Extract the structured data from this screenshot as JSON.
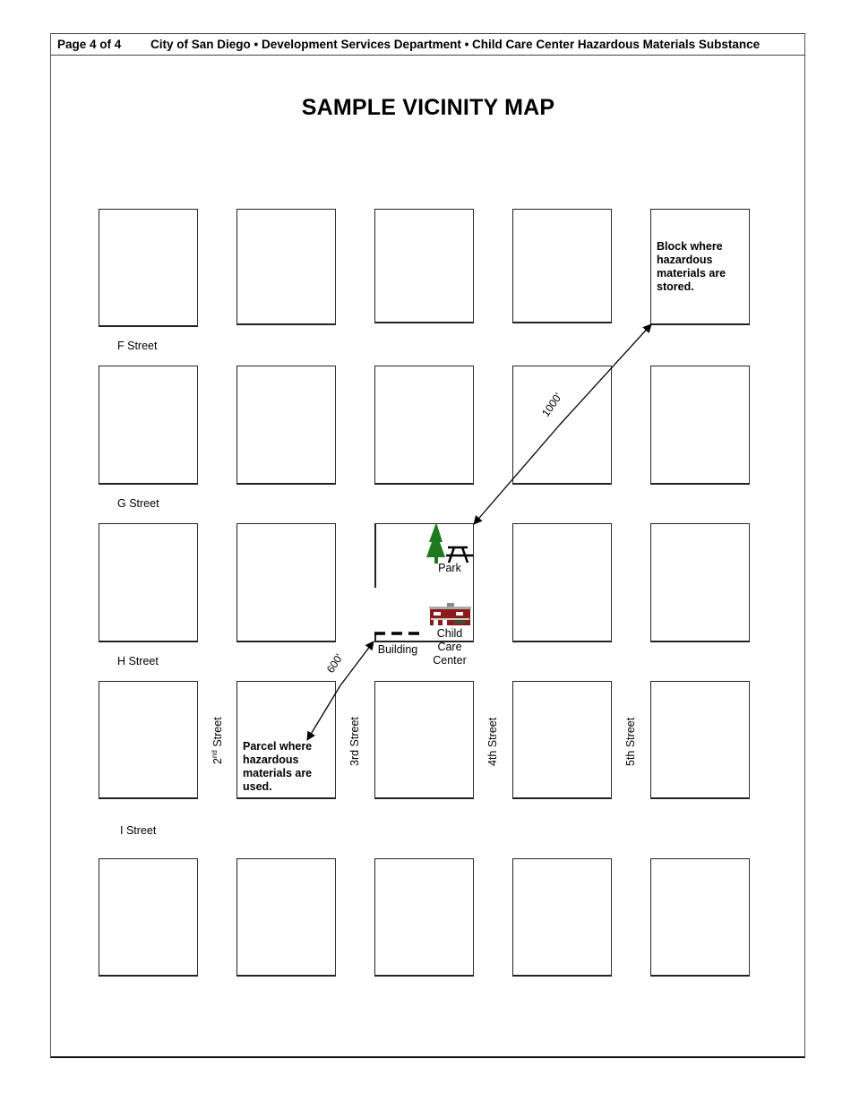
{
  "header": {
    "page_indicator": "Page 4 of 4",
    "document_title": "City of San Diego • Development Services Department • Child Care Center Hazardous Materials Substance"
  },
  "map": {
    "title": "SAMPLE VICINITY MAP",
    "horizontal_streets": [
      "F Street",
      "G Street",
      "H Street",
      "I Street"
    ],
    "vertical_streets": {
      "second": {
        "base": "2",
        "sup": "nd",
        "suffix": " Street"
      },
      "third": "3rd Street",
      "fourth": "4th Street",
      "fifth": "5th Street"
    },
    "annotations": {
      "storage_block_note": "Block where hazardous materials are stored.",
      "use_parcel_note": "Parcel where hazardous materials are used.",
      "park_label": "Park",
      "building_label": "Building",
      "child_care_label_line1": "Child",
      "child_care_label_line2": "Care",
      "child_care_label_line3": "Center",
      "distance_to_storage": "1000'",
      "distance_to_use": "600'"
    },
    "icons": [
      "tree-icon",
      "picnic-table-icon",
      "child-care-building-icon",
      "arrow-icon"
    ],
    "colors": {
      "tree": "#1f7a1f",
      "building_red": "#8b1a1a",
      "line": "#000000"
    }
  }
}
